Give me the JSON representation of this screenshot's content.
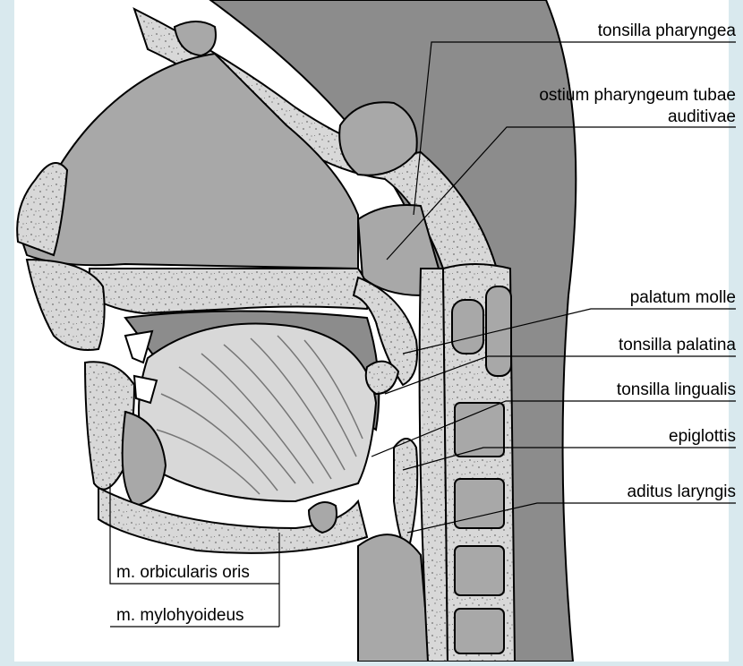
{
  "labels": {
    "tonsilla_pharyngea": "tonsilla pharyngea",
    "ostium_line1": "ostium pharyngeum tubae",
    "ostium_line2": "auditivae",
    "palatum_molle": "palatum molle",
    "tonsilla_palatina": "tonsilla palatina",
    "tonsilla_lingualis": "tonsilla lingualis",
    "epiglottis": "epiglottis",
    "aditus_laryngis": "aditus laryngis",
    "orbicularis_oris": "m. orbicularis oris",
    "mylohyoideus": "m. mylohyoideus"
  },
  "colors": {
    "background": "#d9e9ee",
    "panel": "#ffffff",
    "dark_tissue": "#8c8c8c",
    "mid_tissue": "#a8a8a8",
    "light_tissue": "#d8d8d8",
    "outline": "#000000"
  }
}
